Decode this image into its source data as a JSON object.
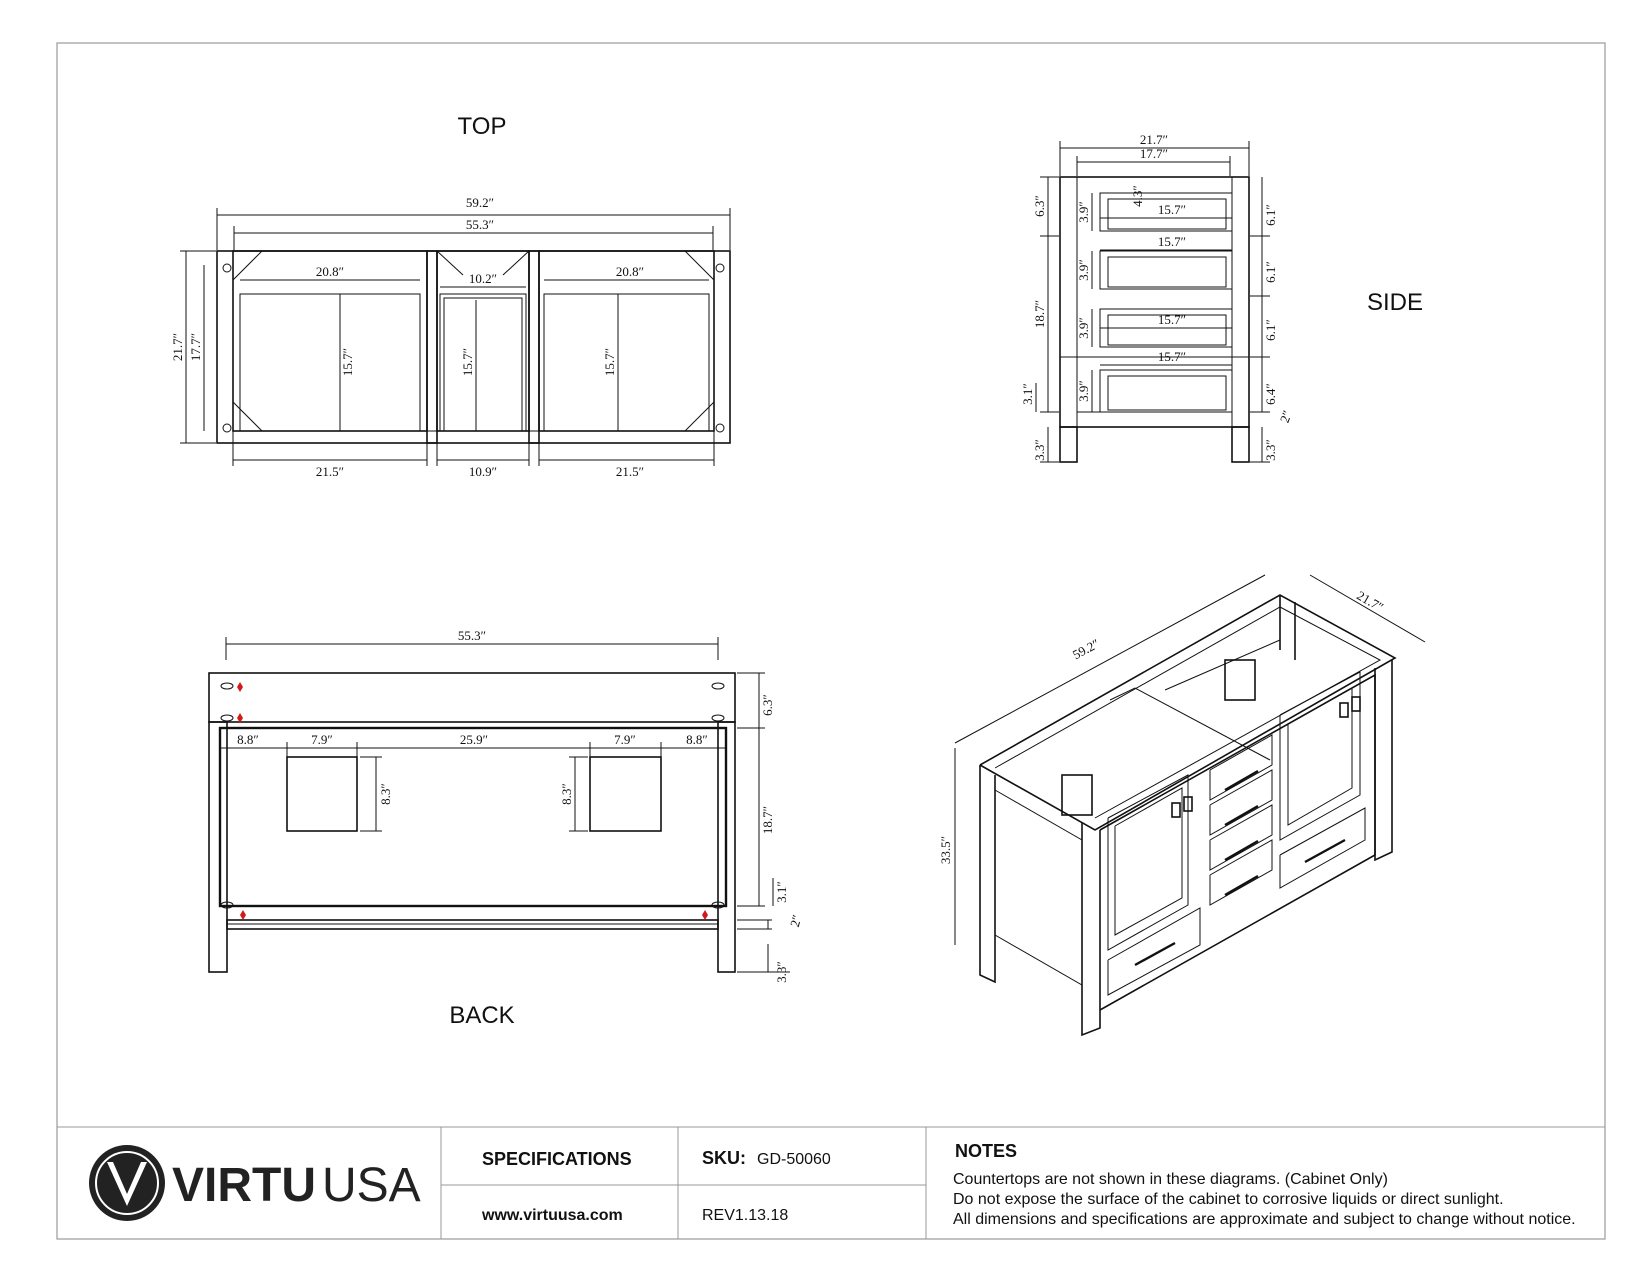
{
  "views": {
    "top": {
      "title": "TOP",
      "dims": {
        "overall_width": "59.2″",
        "inner_width": "55.3″",
        "depth": "21.7″",
        "inner_depth": "17.7″",
        "left_bay": "20.8″",
        "center_bay": "10.2″",
        "right_bay": "20.8″",
        "left_depth": "15.7″",
        "center_depth": "15.7″",
        "right_depth": "15.7″",
        "left_bottom": "21.5″",
        "center_bottom": "10.9″",
        "right_bottom": "21.5″"
      }
    },
    "side": {
      "title": "SIDE",
      "dims": {
        "depth": "21.7″",
        "inner_depth": "17.7″",
        "top_rail": "6.3″",
        "body_height": "18.7″",
        "bottom_rail": "3.1″",
        "leg": "3.3″",
        "drawer_gap": "4.3″",
        "drawer1_w": "15.7″",
        "drawer2_w": "15.7″",
        "drawer3_w": "15.7″",
        "drawer4_w": "15.7″",
        "drawer1_h": "3.9″",
        "drawer2_h": "3.9″",
        "drawer3_h": "3.9″",
        "drawer4_h": "3.9″",
        "right_1": "6.1″",
        "right_2": "6.1″",
        "right_3": "6.1″",
        "right_4": "6.4″",
        "right_small": "2″",
        "right_leg": "3.3″"
      }
    },
    "back": {
      "title": "BACK",
      "dims": {
        "inner_width": "55.3″",
        "left_margin": "8.8″",
        "left_cutout": "7.9″",
        "center_span": "25.9″",
        "right_cutout": "7.9″",
        "right_margin": "8.8″",
        "cutout_left_h": "8.3″",
        "cutout_right_h": "8.3″",
        "top_rail": "6.3″",
        "body_height": "18.7″",
        "bottom_rail": "3.1″",
        "toe": "2″",
        "leg": "3.3″"
      }
    },
    "iso": {
      "dims": {
        "width": "59.2″",
        "depth": "21.7″",
        "height": "33.5″"
      }
    }
  },
  "title_block": {
    "brand_bold": "VIRTU",
    "brand_light": "USA",
    "logo_icon": "virtu-v-logo",
    "specifications_label": "SPECIFICATIONS",
    "website": "www.virtuusa.com",
    "sku_label": "SKU:",
    "sku_value": "GD-50060",
    "revision": "REV1.13.18",
    "notes_title": "NOTES",
    "notes": [
      "Countertops are not shown in these diagrams. (Cabinet Only)",
      "Do not expose the surface of the cabinet to corrosive liquids or direct sunlight.",
      "All dimensions and specifications are approximate and subject to change without notice."
    ]
  },
  "colors": {
    "line": "#111111",
    "marker_red": "#d11a1a",
    "background": "#ffffff"
  }
}
